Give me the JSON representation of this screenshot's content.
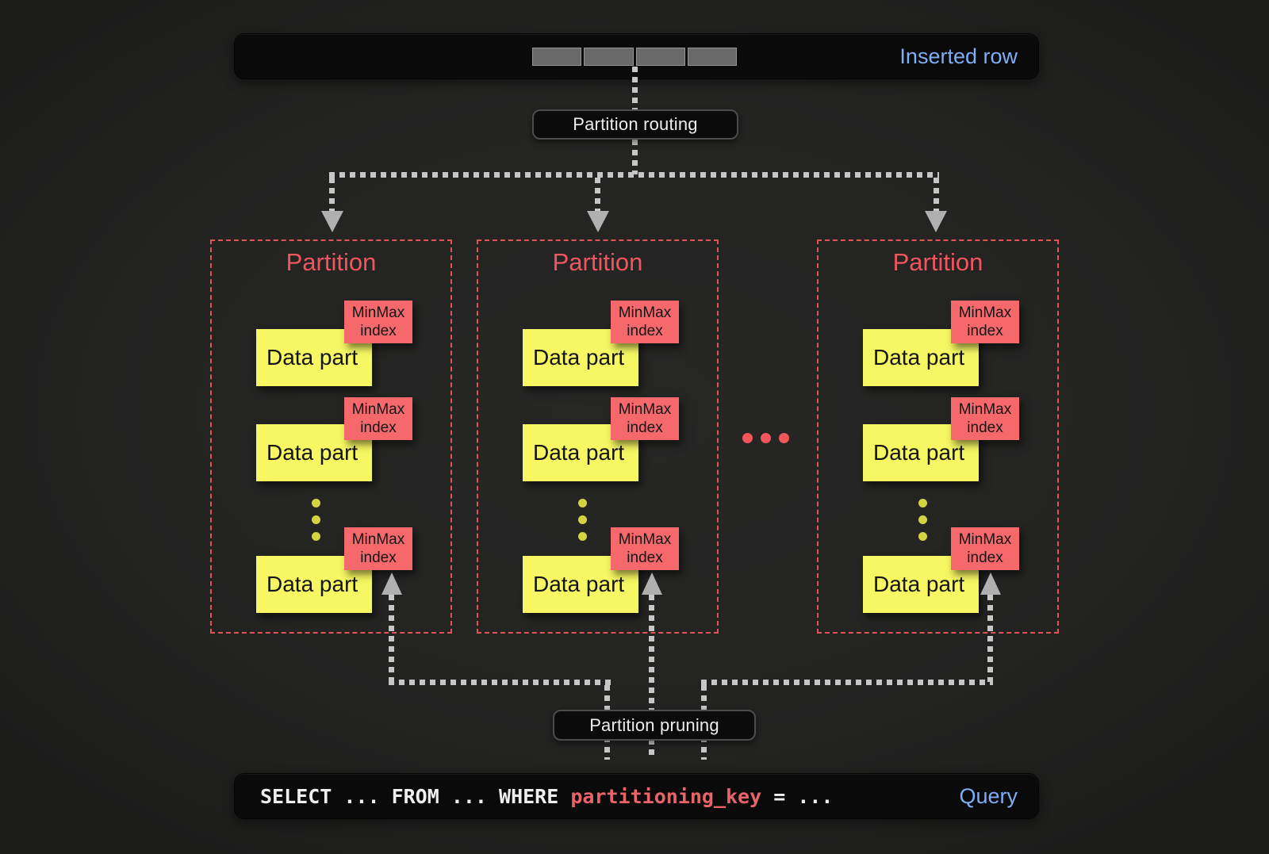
{
  "inserted_row_bar": {
    "label": "Inserted row",
    "segment_count": 4
  },
  "labels": {
    "routing": "Partition routing",
    "pruning": "Partition pruning"
  },
  "partitions": [
    {
      "title": "Partition",
      "data_parts": [
        {
          "label": "Data part",
          "index_label": "MinMax index"
        },
        {
          "label": "Data part",
          "index_label": "MinMax index"
        },
        {
          "label": "Data part",
          "index_label": "MinMax index"
        }
      ],
      "hidden_parts_ellipsis_dots": 3
    },
    {
      "title": "Partition",
      "data_parts": [
        {
          "label": "Data part",
          "index_label": "MinMax index"
        },
        {
          "label": "Data part",
          "index_label": "MinMax index"
        },
        {
          "label": "Data part",
          "index_label": "MinMax index"
        }
      ],
      "hidden_parts_ellipsis_dots": 3
    },
    {
      "title": "Partition",
      "data_parts": [
        {
          "label": "Data part",
          "index_label": "MinMax index"
        },
        {
          "label": "Data part",
          "index_label": "MinMax index"
        },
        {
          "label": "Data part",
          "index_label": "MinMax index"
        }
      ],
      "hidden_parts_ellipsis_dots": 3
    }
  ],
  "hidden_partitions_ellipsis_dots": 3,
  "query_bar": {
    "sql_pre": "SELECT ... FROM ... WHERE ",
    "sql_key": "partitioning_key",
    "sql_post": " = ...",
    "label": "Query"
  },
  "colors": {
    "background": "#232322",
    "bar_background": "#0a0a0a",
    "blue_label": "#7fadf6",
    "partition_border_red": "#e25358",
    "partition_title_red": "#f05560",
    "minmax_red": "#f5686c",
    "data_part_yellow": "#f7f763",
    "yellow_dots": "#d4d442",
    "red_dots": "#f2555a",
    "sql_key_red": "#e96468",
    "connector_gray": "#c6c6c6",
    "row_segment_gray": "#696969"
  }
}
